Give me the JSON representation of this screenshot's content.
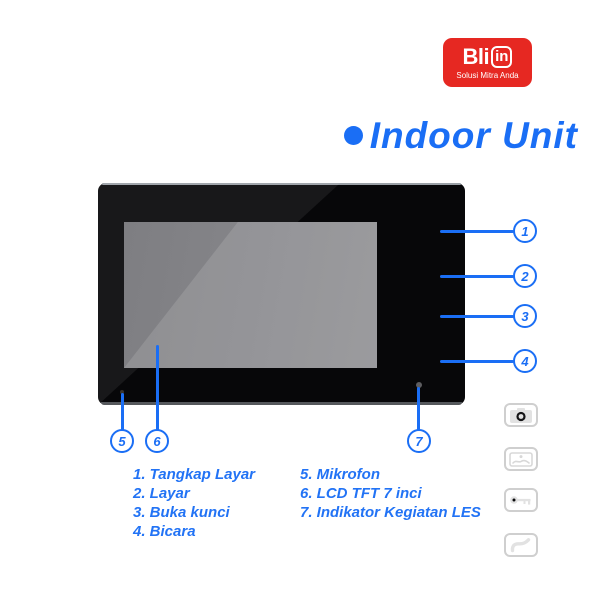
{
  "brand": {
    "name_main": "Bli",
    "name_badge": "in",
    "tagline": "Solusi Mitra Anda",
    "background_color": "#e62822",
    "text_color": "#ffffff"
  },
  "title": {
    "text": "Indoor Unit",
    "color": "#1a6ef5",
    "bullet_icon": "circle-dot"
  },
  "device": {
    "label": "indoor unit video door phone monitor",
    "buttons": [
      {
        "icon": "camera-icon",
        "callout": "1"
      },
      {
        "icon": "monitor-photo-icon",
        "callout": "2"
      },
      {
        "icon": "key-unlock-icon",
        "callout": "3"
      },
      {
        "icon": "phone-handset-icon",
        "callout": "4"
      }
    ],
    "bottom_callouts": [
      {
        "num": "5",
        "points_to": "microphone-hole"
      },
      {
        "num": "6",
        "points_to": "lcd-screen"
      },
      {
        "num": "7",
        "points_to": "led-indicator"
      }
    ]
  },
  "legend": {
    "left": [
      "1. Tangkap Layar",
      "2. Layar",
      "3. Buka kunci",
      "4. Bicara"
    ],
    "right": [
      "5. Mikrofon",
      "6. LCD TFT 7 inci",
      "7. Indikator Kegiatan LES"
    ]
  },
  "colors": {
    "accent_blue": "#1a6ef5",
    "brand_red": "#e62822",
    "device_black": "#070709",
    "screen_gray": "#87878b"
  }
}
